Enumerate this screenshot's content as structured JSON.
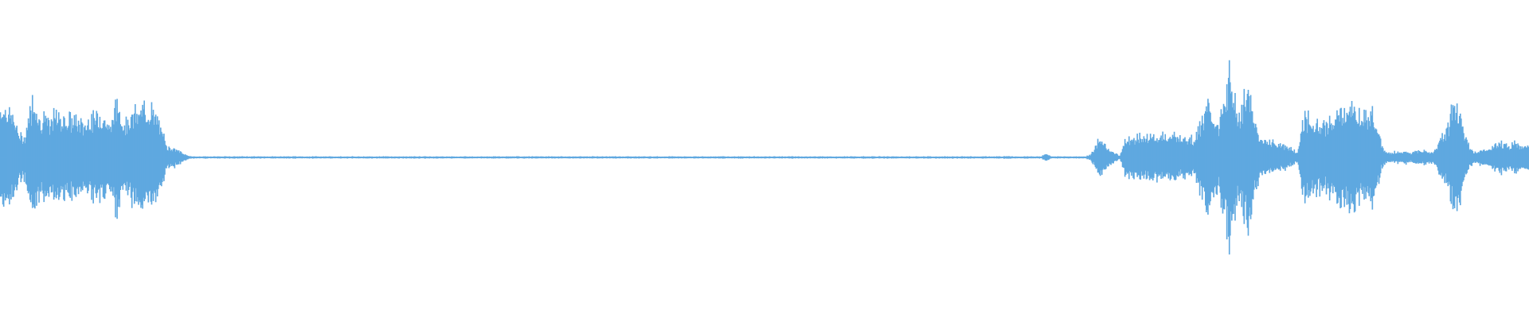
{
  "waveform": {
    "color": "#5fa8e0",
    "background": "#ffffff",
    "amplitude_envelope": [
      0.5,
      0.52,
      0.45,
      0.36,
      0.2,
      0.22,
      0.48,
      0.61,
      0.36,
      0.44,
      0.3,
      0.45,
      0.4,
      0.42,
      0.38,
      0.39,
      0.36,
      0.32,
      0.41,
      0.38,
      0.45,
      0.42,
      0.3,
      0.45,
      0.55,
      0.33,
      0.41,
      0.42,
      0.46,
      0.48,
      0.52,
      0.44,
      0.35,
      0.23,
      0.1,
      0.1,
      0.07,
      0.04,
      0.02,
      0.01,
      0.01,
      0.01,
      0.01,
      0.01,
      0.01,
      0.01,
      0.01,
      0.01,
      0.01,
      0.01,
      0.01,
      0.01,
      0.01,
      0.01,
      0.01,
      0.01,
      0.01,
      0.01,
      0.01,
      0.01,
      0.01,
      0.01,
      0.01,
      0.01,
      0.01,
      0.01,
      0.01,
      0.01,
      0.01,
      0.01,
      0.01,
      0.01,
      0.01,
      0.01,
      0.01,
      0.01,
      0.01,
      0.01,
      0.01,
      0.01,
      0.01,
      0.01,
      0.01,
      0.01,
      0.01,
      0.01,
      0.01,
      0.01,
      0.01,
      0.01,
      0.01,
      0.01,
      0.01,
      0.01,
      0.01,
      0.01,
      0.01,
      0.01,
      0.01,
      0.01,
      0.01,
      0.01,
      0.01,
      0.01,
      0.01,
      0.01,
      0.01,
      0.01,
      0.01,
      0.01,
      0.01,
      0.01,
      0.01,
      0.01,
      0.01,
      0.01,
      0.01,
      0.01,
      0.01,
      0.01,
      0.01,
      0.01,
      0.01,
      0.01,
      0.01,
      0.01,
      0.01,
      0.01,
      0.01,
      0.01,
      0.01,
      0.01,
      0.01,
      0.01,
      0.01,
      0.01,
      0.01,
      0.01,
      0.01,
      0.01,
      0.01,
      0.01,
      0.01,
      0.01,
      0.01,
      0.01,
      0.01,
      0.01,
      0.01,
      0.01,
      0.01,
      0.01,
      0.01,
      0.01,
      0.01,
      0.01,
      0.01,
      0.01,
      0.01,
      0.01,
      0.01,
      0.01,
      0.01,
      0.01,
      0.01,
      0.01,
      0.01,
      0.01,
      0.01,
      0.01,
      0.01,
      0.01,
      0.01,
      0.01,
      0.01,
      0.01,
      0.01,
      0.01,
      0.01,
      0.01,
      0.01,
      0.01,
      0.01,
      0.01,
      0.01,
      0.01,
      0.01,
      0.01,
      0.01,
      0.01,
      0.01,
      0.01,
      0.01,
      0.01,
      0.01,
      0.01,
      0.01,
      0.01,
      0.01,
      0.01,
      0.01,
      0.01,
      0.01,
      0.01,
      0.02,
      0.01,
      0.01,
      0.01,
      0.01,
      0.01,
      0.01,
      0.01,
      0.04,
      0.01,
      0.01,
      0.01,
      0.01,
      0.01,
      0.01,
      0.01,
      0.01,
      0.03,
      0.1,
      0.2,
      0.12,
      0.08,
      0.04,
      0.02,
      0.18,
      0.2,
      0.22,
      0.21,
      0.19,
      0.23,
      0.22,
      0.21,
      0.24,
      0.2,
      0.22,
      0.19,
      0.21,
      0.2,
      0.18,
      0.3,
      0.44,
      0.5,
      0.42,
      0.3,
      0.52,
      0.8,
      0.72,
      0.4,
      0.55,
      0.7,
      0.38,
      0.28,
      0.15,
      0.18,
      0.16,
      0.13,
      0.12,
      0.1,
      0.08,
      0.05,
      0.38,
      0.41,
      0.37,
      0.34,
      0.3,
      0.34,
      0.38,
      0.43,
      0.46,
      0.48,
      0.5,
      0.45,
      0.42,
      0.42,
      0.5,
      0.38,
      0.12,
      0.05,
      0.04,
      0.06,
      0.05,
      0.06,
      0.04,
      0.07,
      0.06,
      0.07,
      0.05,
      0.07,
      0.22,
      0.25,
      0.4,
      0.5,
      0.42,
      0.22,
      0.08,
      0.05,
      0.07,
      0.08,
      0.1,
      0.12,
      0.15,
      0.14,
      0.11,
      0.16,
      0.12,
      0.12
    ]
  }
}
